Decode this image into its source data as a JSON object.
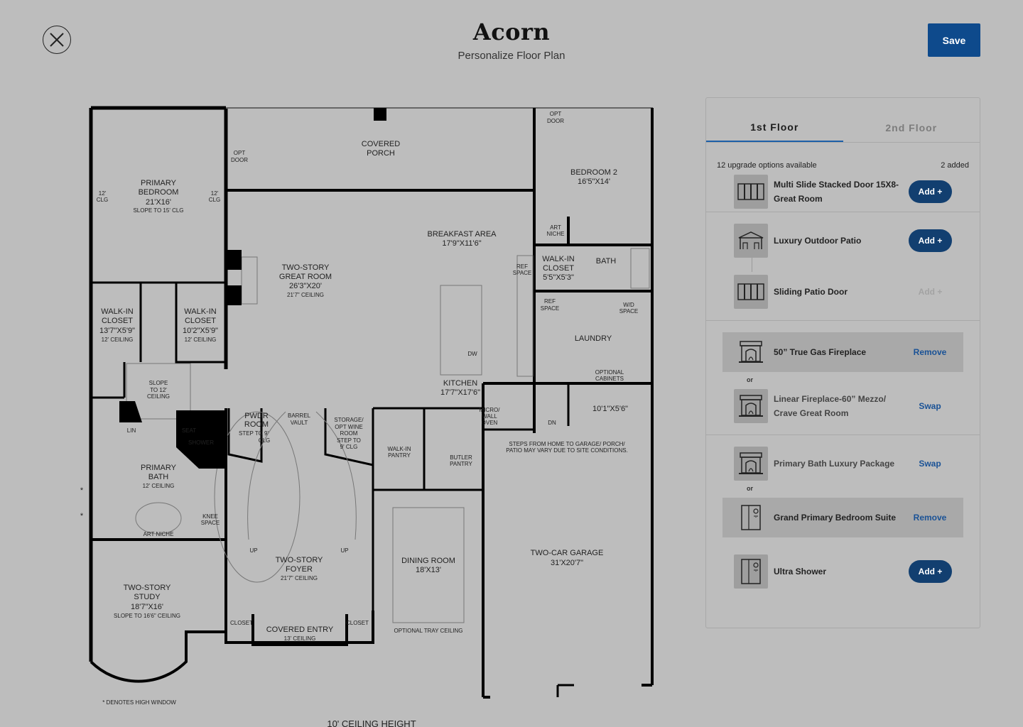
{
  "header": {
    "title": "Acorn",
    "subtitle": "Personalize Floor Plan",
    "save_label": "Save",
    "close_icon": "close-icon"
  },
  "floorplan": {
    "rooms": {
      "covered_porch": [
        "COVERED",
        "PORCH"
      ],
      "opt_door_left": [
        "OPT",
        "DOOR"
      ],
      "opt_door_right": [
        "OPT",
        "DOOR"
      ],
      "primary_bedroom": [
        "PRIMARY",
        "BEDROOM",
        "21'X16'",
        "SLOPE TO 15' CLG"
      ],
      "clg_left": [
        "12'",
        "CLG"
      ],
      "clg_right": [
        "12'",
        "CLG"
      ],
      "great_room": [
        "TWO-STORY",
        "GREAT ROOM",
        "26'3\"X20'",
        "21'7\" CEILING"
      ],
      "breakfast": [
        "BREAKFAST AREA",
        "17'9\"X11'6\""
      ],
      "bedroom2": [
        "BEDROOM 2",
        "16'5\"X14'"
      ],
      "art_niche_top": [
        "ART",
        "NICHE"
      ],
      "ref_space_1": [
        "REF",
        "SPACE"
      ],
      "walkin_closet_bed2": [
        "WALK-IN",
        "CLOSET",
        "5'5\"X5'3\""
      ],
      "bath": "BATH",
      "ref_space_2": [
        "REF",
        "SPACE"
      ],
      "wd_space": [
        "W/D",
        "SPACE"
      ],
      "laundry": "LAUNDRY",
      "optional_cabinets": [
        "OPTIONAL",
        "CABINETS"
      ],
      "walkin_closet_a": [
        "WALK-IN",
        "CLOSET",
        "13'7\"X5'9\"",
        "12' CEILING"
      ],
      "walkin_closet_b": [
        "WALK-IN",
        "CLOSET",
        "10'2\"X5'9\"",
        "12' CEILING"
      ],
      "slope": [
        "SLOPE",
        "TO 12'",
        "CEILING"
      ],
      "kitchen": [
        "KITCHEN",
        "17'7\"X17'6\""
      ],
      "dw": "DW",
      "micro": [
        "MICRO/",
        "WALL",
        "OVEN"
      ],
      "dn": "DN",
      "garage_small": "10'1\"X5'6\"",
      "steps_note": [
        "STEPS FROM HOME TO GARAGE/ PORCH/",
        "PATIO MAY VARY DUE TO SITE CONDITIONS."
      ],
      "lin": "LIN",
      "seat": "SEAT",
      "shower": "SHOWER",
      "pwdr": [
        "PWDR",
        "ROOM",
        "STEP TO 9'",
        "CLG"
      ],
      "barrel": [
        "BARREL",
        "VAULT"
      ],
      "storage": [
        "STORAGE/",
        "OPT WINE",
        "ROOM",
        "STEP TO",
        "9' CLG"
      ],
      "walkin_pantry": [
        "WALK-IN",
        "PANTRY"
      ],
      "butler": [
        "BUTLER",
        "PANTRY"
      ],
      "primary_bath": [
        "PRIMARY",
        "BATH",
        "12' CEILING"
      ],
      "knee": [
        "KNEE",
        "SPACE"
      ],
      "art_niche_bath": "ART NICHE",
      "foyer": [
        "TWO-STORY",
        "FOYER",
        "21'7\" CEILING"
      ],
      "up_left": "UP",
      "up_right": "UP",
      "dining": [
        "DINING ROOM",
        "18'X13'"
      ],
      "tray": "OPTIONAL TRAY CEILING",
      "garage": [
        "TWO-CAR GARAGE",
        "31'X20'7\""
      ],
      "study": [
        "TWO-STORY",
        "STUDY",
        "18'7\"X16'",
        "SLOPE TO 16'6\" CEILING"
      ],
      "closet_left": "CLOSET",
      "closet_right": "CLOSET",
      "covered_entry": [
        "COVERED ENTRY",
        "13' CEILING"
      ],
      "high_window_note": "* DENOTES HIGH WINDOW",
      "star": "*",
      "ceiling_height": "10' CEILING HEIGHT"
    }
  },
  "panel": {
    "tabs": [
      {
        "label": "1st Floor",
        "active": true
      },
      {
        "label": "2nd Floor",
        "active": false
      }
    ],
    "summary": {
      "available": "12 upgrade options available",
      "added": "2 added"
    },
    "or_label": "or",
    "options": [
      {
        "label": "Multi Slide Stacked Door 15X8-Great Room",
        "action": "Add +",
        "icon": "sliding-door-icon",
        "state": "add"
      },
      {
        "label": "Luxury Outdoor Patio",
        "action": "Add +",
        "icon": "patio-icon",
        "state": "add"
      },
      {
        "label": "Sliding Patio Door",
        "action": "Add +",
        "icon": "sliding-door-icon",
        "state": "disabled"
      },
      {
        "label": "50” True Gas Fireplace",
        "action": "Remove",
        "icon": "fireplace-icon",
        "state": "selected"
      },
      {
        "label": "Linear Fireplace-60” Mezzo/ Crave Great Room",
        "action": "Swap",
        "icon": "fireplace-icon",
        "state": "swap"
      },
      {
        "label": "Primary Bath Luxury Package",
        "action": "Swap",
        "icon": "fireplace-icon",
        "state": "swap"
      },
      {
        "label": "Grand Primary Bedroom Suite",
        "action": "Remove",
        "icon": "shower-icon",
        "state": "selected"
      },
      {
        "label": "Ultra Shower",
        "action": "Add +",
        "icon": "shower-icon",
        "state": "add"
      }
    ],
    "colors": {
      "accent": "#1d5fa8",
      "button_dark": "#123f70",
      "save": "#0e4a8c",
      "selected_bg": "#a9a9a9",
      "background": "#bdbdbd"
    }
  }
}
